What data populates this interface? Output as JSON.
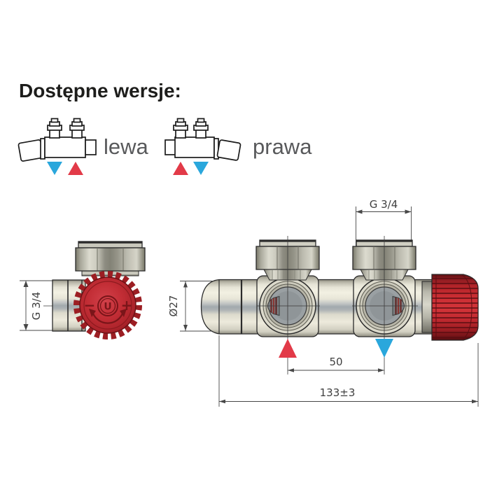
{
  "title": "Dostępne wersje:",
  "versions": {
    "left": {
      "label": "lewa",
      "flow_order": [
        "cold-down",
        "hot-up"
      ]
    },
    "right": {
      "label": "prawa",
      "flow_order": [
        "hot-up",
        "cold-down"
      ]
    }
  },
  "dimensions": {
    "side_thread": "G 3/4",
    "top_thread": "G 3/4",
    "body_diameter": "Ø27",
    "port_spacing": "50",
    "overall_length": "133±3"
  },
  "knob_markings": {
    "minus": "−",
    "plus": "+",
    "logo": "U"
  },
  "colors": {
    "hot_red": "#e23a48",
    "cold_blue": "#2aa7dc",
    "knob_red": "#c22a30",
    "body_cream": "#ece9db",
    "metal_gray": "#b0afa3",
    "label_gray": "#58595b",
    "line_dark": "#2b2b2b"
  }
}
